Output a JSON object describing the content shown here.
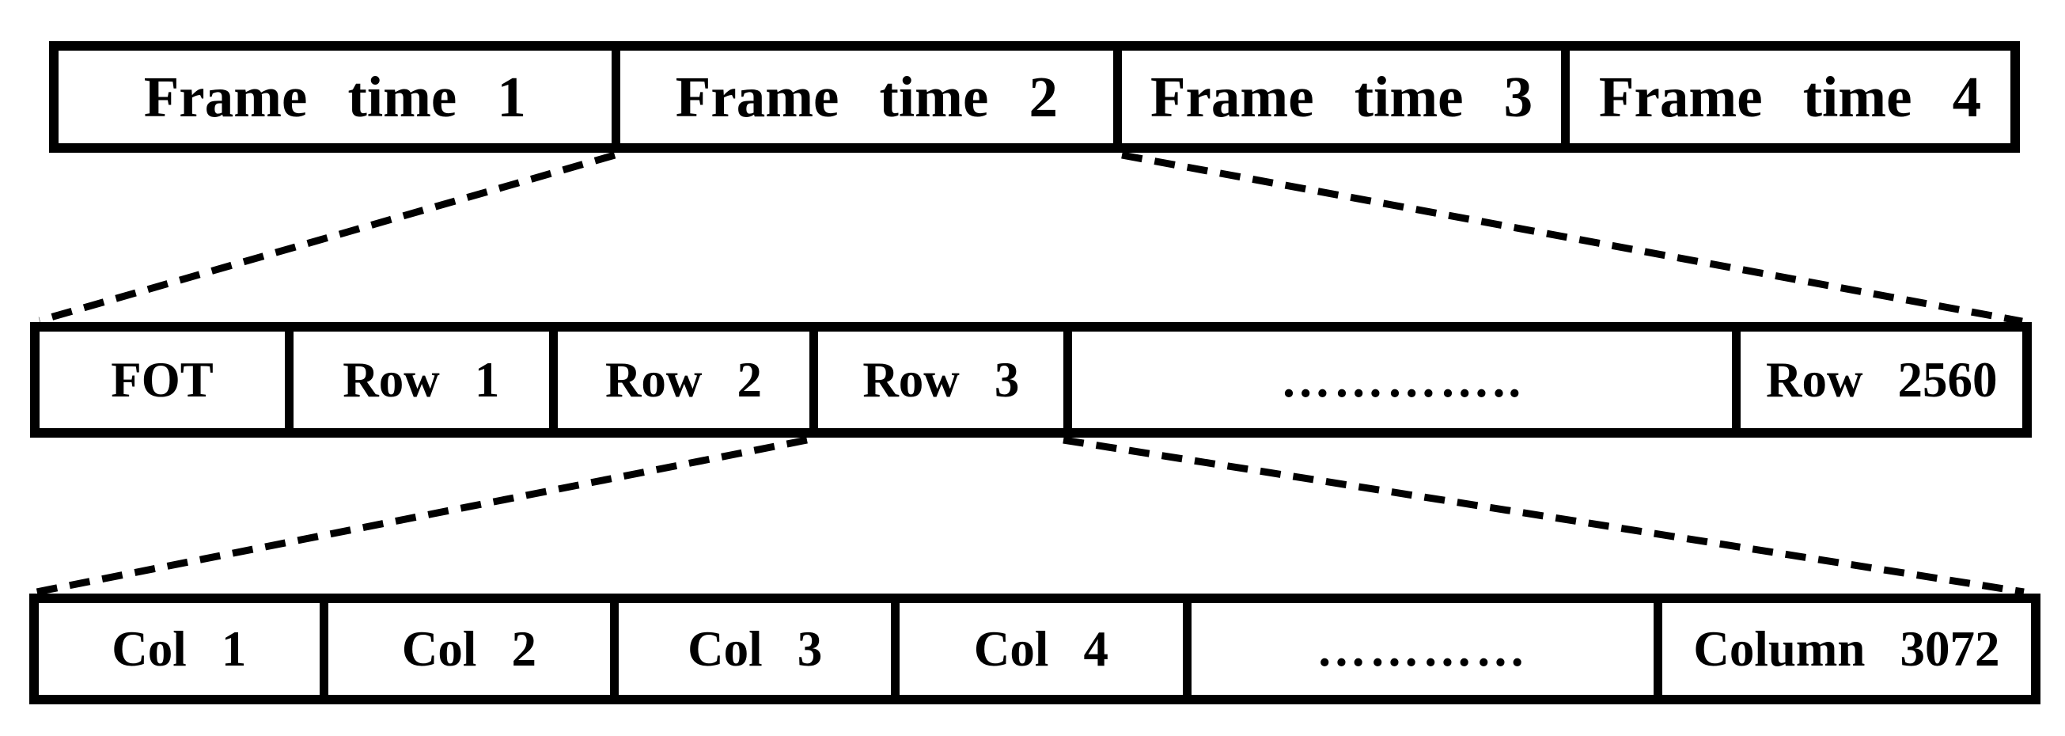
{
  "frame_row": {
    "cells": [
      "Frame time 1",
      "Frame time 2",
      "Frame time 3",
      "Frame time 4"
    ]
  },
  "row_row": {
    "cells": [
      "FOT",
      "Row 1",
      "Row 2",
      "Row 3",
      "…………..",
      "Row 2560"
    ]
  },
  "col_row": {
    "cells": [
      "Col 1",
      "Col 2",
      "Col 3",
      "Col 4",
      "…………",
      "Column 3072"
    ]
  },
  "colors": {
    "border": "#000000",
    "text": "#000000",
    "connector_line": "#000000",
    "background": "#ffffff"
  }
}
